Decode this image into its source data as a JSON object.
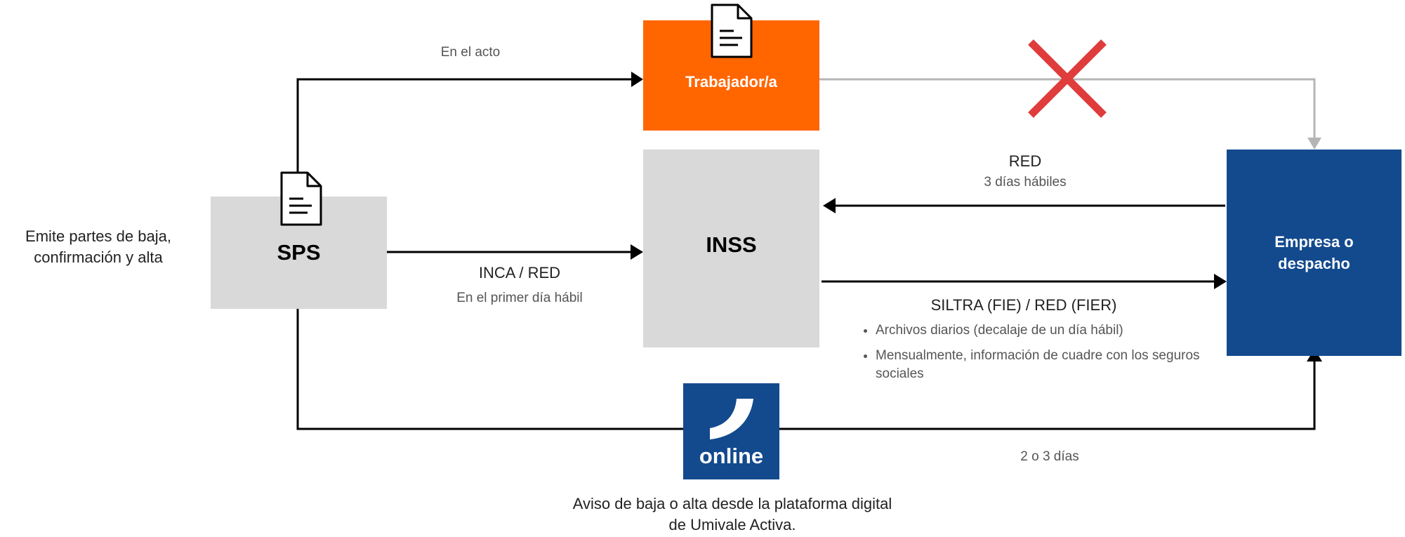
{
  "nodes": {
    "sps": {
      "label": "SPS",
      "description": "Emite partes de baja, confirmación y alta"
    },
    "trabajador": {
      "label": "Trabajador/a"
    },
    "inss": {
      "label": "INSS"
    },
    "empresa": {
      "label": "Empresa o despacho"
    },
    "online": {
      "label": "online",
      "caption": "Aviso de baja o alta desde la plataforma digital de Umivale Activa."
    }
  },
  "edges": {
    "sps_trabajador": {
      "timing": "En el acto"
    },
    "sps_inss": {
      "label": "INCA / RED",
      "timing": "En el primer día hábil"
    },
    "empresa_inss": {
      "label": "RED",
      "timing": "3 días hábiles"
    },
    "inss_empresa": {
      "label": "SILTRA (FIE) / RED (FIER)",
      "bullets": [
        "Archivos diarios (decalaje de un día hábil)",
        "Mensualmente, información de cuadre con los seguros sociales"
      ]
    },
    "sps_empresa": {
      "timing": "2 o 3 días"
    }
  },
  "colors": {
    "orange": "#ff6600",
    "navy": "#134a8e",
    "grey_box": "#d9d9d9",
    "red_cross": "#e03c3c",
    "grey_line": "#b5b5b5"
  }
}
